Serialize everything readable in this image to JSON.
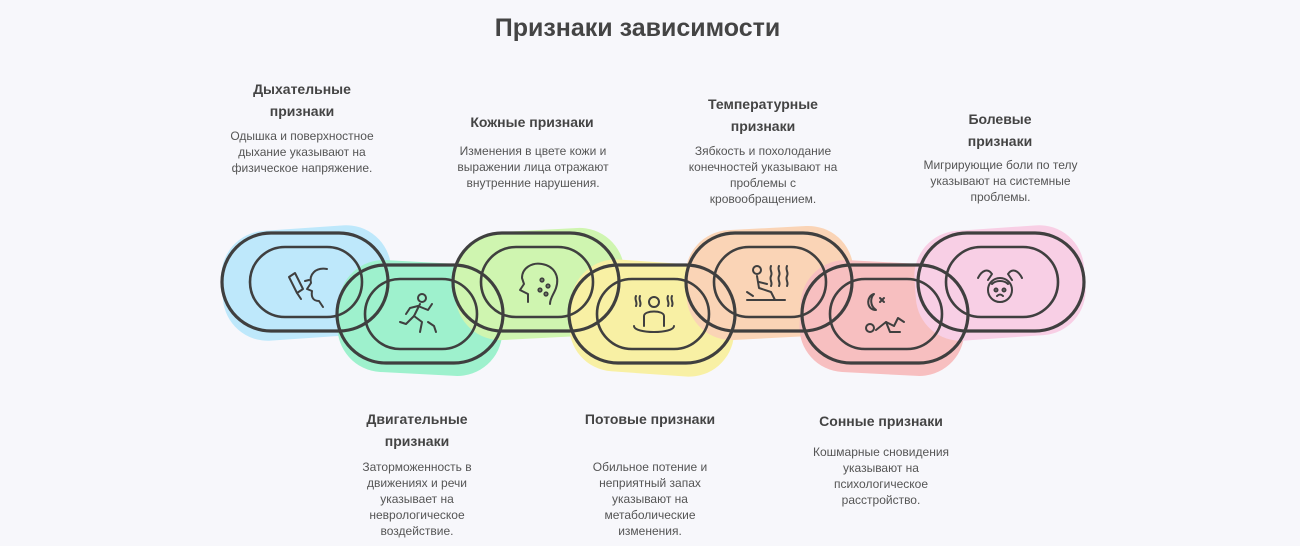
{
  "title": "Признаки зависимости",
  "accent_colors": {
    "breathing": "#b5e6fb",
    "motor": "#8ff0c5",
    "skin": "#c9f5a3",
    "sweat": "#f9ef95",
    "temperature": "#fbcfaa",
    "sleep": "#f8b6b6",
    "pain": "#f9c9e2",
    "outline": "#3f3f3f"
  },
  "items": [
    {
      "label": "Дыхательные признаки",
      "description": "Одышка и поверхностное дыхание указывают на физическое напряжение.",
      "icon": "breathing-inhaler-icon"
    },
    {
      "label": "Двигательные признаки",
      "description": "Заторможенность в движениях и речи указывает на неврологическое воздействие.",
      "icon": "running-person-icon"
    },
    {
      "label": "Кожные признаки",
      "description": "Изменения в цвете кожи и выражении лица отражают внутренние нарушения.",
      "icon": "face-spots-icon"
    },
    {
      "label": "Потовые признаки",
      "description": "Обильное потение и неприятный запах указывают на метаболические изменения.",
      "icon": "sweating-person-icon"
    },
    {
      "label": "Температурные признаки",
      "description": "Зябкость и похолодание конечностей указывают на проблемы с кровообращением.",
      "icon": "heat-waves-person-icon"
    },
    {
      "label": "Сонные признаки",
      "description": "Кошмарные сновидения указывают на психологическое расстройство.",
      "icon": "sleeping-person-moon-icon"
    },
    {
      "label": "Болевые признаки",
      "description": "Мигрирующие боли по телу указывают на системные проблемы.",
      "icon": "head-pain-icon"
    }
  ]
}
